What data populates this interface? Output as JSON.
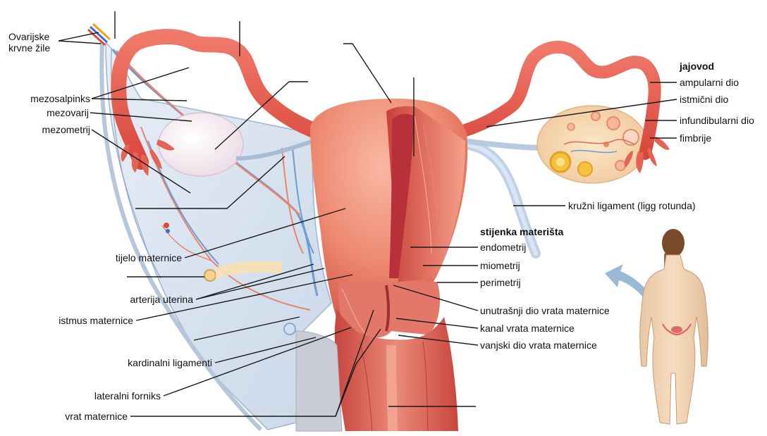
{
  "labels_left": {
    "ovarian_vessels": [
      "Ovarijske",
      "krvne žile"
    ],
    "mesosalpinx": "mezosalpinks",
    "mesovarium": "mezovarij",
    "mesometrium": "mezometrij",
    "uterine_body": "tijelo maternice",
    "uterine_artery": "arterija uterina",
    "uterine_isthmus": "istmus maternice",
    "cardinal_ligaments": "kardinalni ligamenti",
    "lateral_fornix": "lateralni forniks",
    "cervix": "vrat maternice"
  },
  "labels_right": {
    "fallopian_tube": "jajovod",
    "ampullary": "ampularni dio",
    "isthmic": "istmični dio",
    "infundibular": "infundibularni dio",
    "fimbriae": "fimbrije",
    "round_ligament": "kružni ligament (ligg rotunda)",
    "uterine_wall": "stijenka materišta",
    "endometrium": "endometrij",
    "myometrium": "miometrij",
    "perimetrium": "perimetrij",
    "internal_os": "unutrašnji dio vrata maternice",
    "cervical_canal": "kanal vrata maternice",
    "external_os": "vanjski dio vrata maternice"
  }
}
